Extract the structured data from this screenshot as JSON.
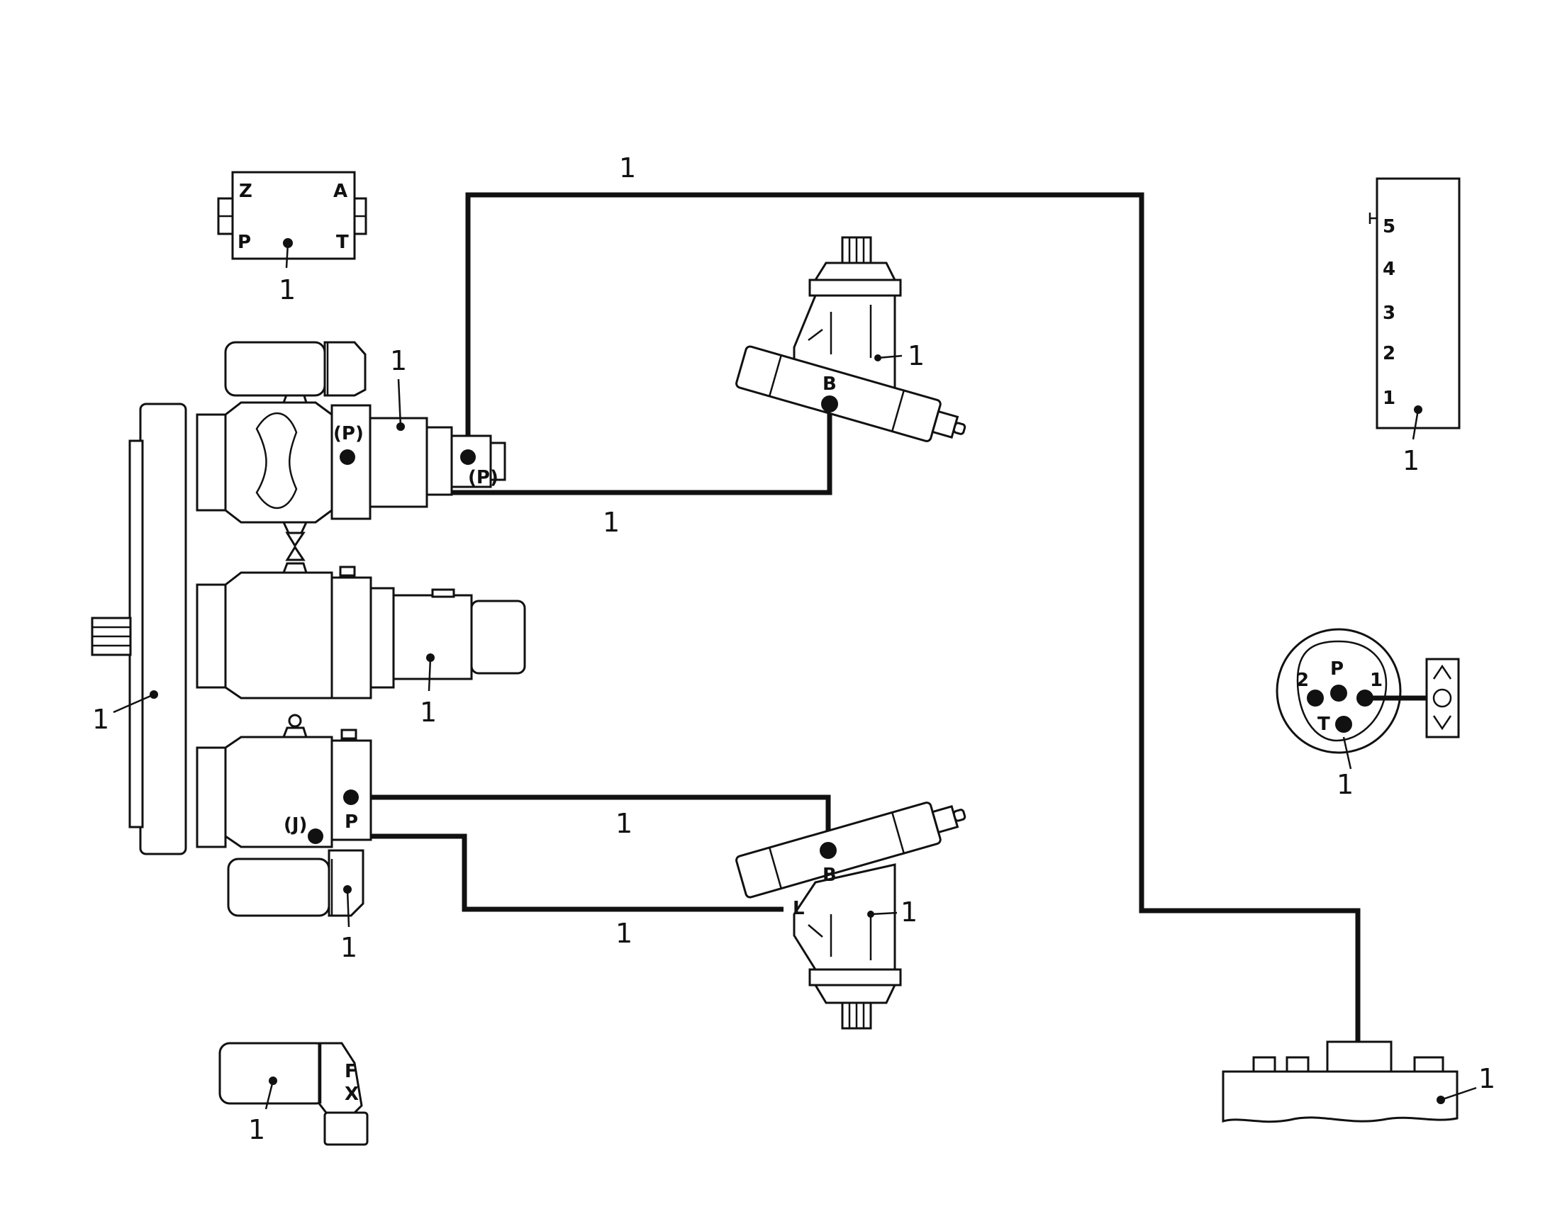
{
  "callouts": {
    "hose_top": "1",
    "valve_block": "1",
    "motor_upper": "1",
    "pump_front_section": "1",
    "hose_middle": "1",
    "pump_middle_section": "1",
    "pump_housing": "1",
    "hose_lower_1": "1",
    "hose_lower_2": "1",
    "solenoid_lower": "1",
    "motor_lower": "1",
    "solenoid_standalone": "1",
    "terminal_strip": "1",
    "rotary_switch": "1",
    "control_panel": "1"
  },
  "ports": {
    "valve_z": "Z",
    "valve_a": "A",
    "valve_p": "P",
    "valve_t": "T",
    "pump_p_left": "(P)",
    "pump_p_right": "(P)",
    "motor_upper_b": "B",
    "pump_lower_p": "P",
    "pump_lower_j": "(J)",
    "motor_lower_b": "B",
    "motor_lower_l": "L",
    "solenoid_f": "F",
    "solenoid_x": "X",
    "switch_p": "P",
    "switch_1": "1",
    "switch_2": "2",
    "switch_t": "T"
  },
  "terminal_strip": {
    "terminals": [
      "5",
      "4",
      "3",
      "2",
      "1"
    ]
  },
  "colors": {
    "line": "#111111",
    "background": "#ffffff"
  }
}
